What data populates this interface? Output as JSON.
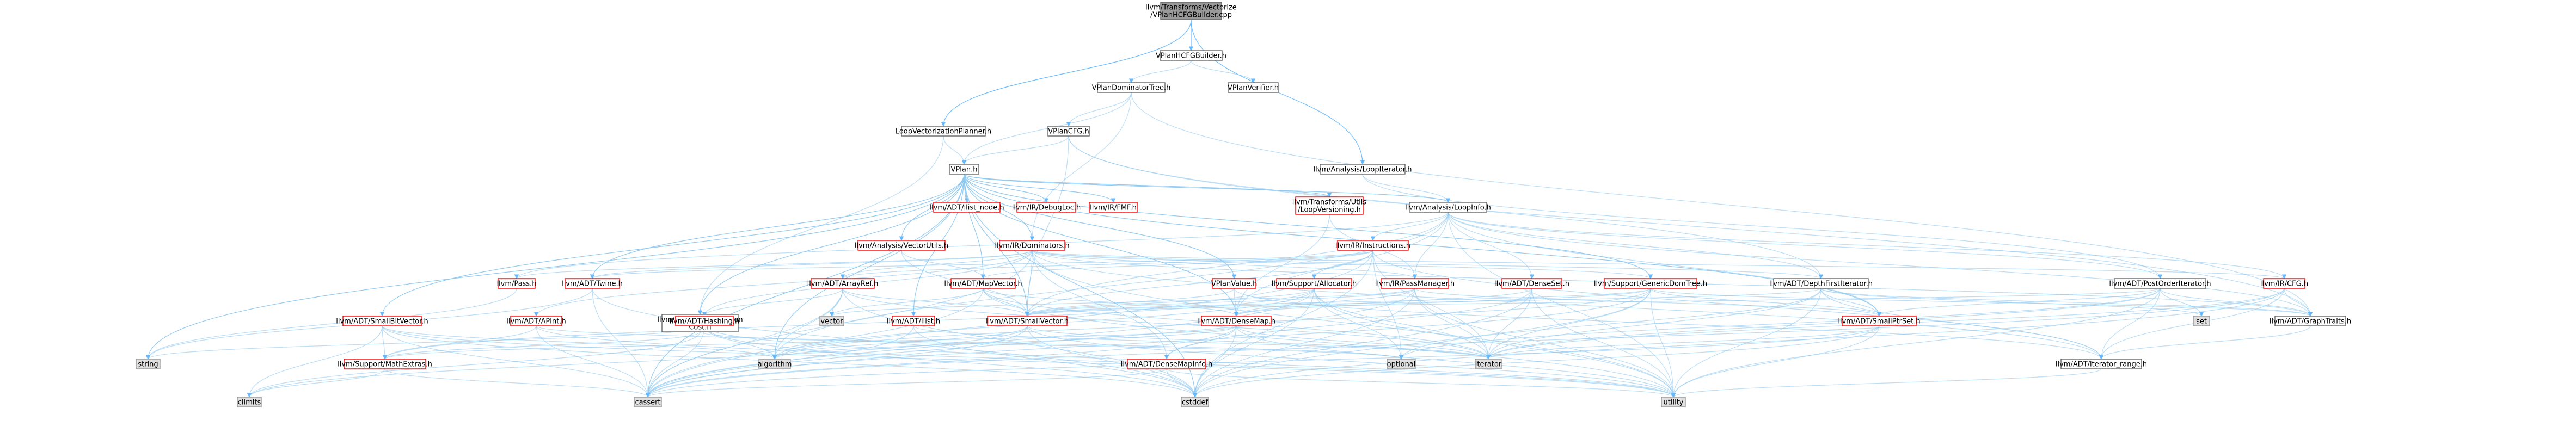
{
  "colors": {
    "root_fill": "#999999",
    "node_fill": "#ffffff",
    "node_border": "#666666",
    "truncated_border": "#ff0000",
    "external_fill": "#e0e0e0",
    "external_border": "#999999",
    "edge_primary": "#63b8ff",
    "edge_secondary": "#8dc8f0",
    "text": "#000000"
  },
  "nodes": [
    {
      "id": "root",
      "label": [
        "llvm/Transforms/Vectorize",
        "/VPlanHCFGBuilder.cpp"
      ],
      "kind": "root"
    },
    {
      "id": "vplanhcfgbuilder_h",
      "label": [
        "VPlanHCFGBuilder.h"
      ],
      "kind": "normal"
    },
    {
      "id": "vplandominatortree_h",
      "label": [
        "VPlanDominatorTree.h"
      ],
      "kind": "normal"
    },
    {
      "id": "vplanverifier_h",
      "label": [
        "VPlanVerifier.h"
      ],
      "kind": "normal"
    },
    {
      "id": "loopvectorizationplanner_h",
      "label": [
        "LoopVectorizationPlanner.h"
      ],
      "kind": "normal"
    },
    {
      "id": "vplancfg_h",
      "label": [
        "VPlanCFG.h"
      ],
      "kind": "normal"
    },
    {
      "id": "vplan_h",
      "label": [
        "VPlan.h"
      ],
      "kind": "normal"
    },
    {
      "id": "loopiterator_h",
      "label": [
        "llvm/Analysis/LoopIterator.h"
      ],
      "kind": "normal"
    },
    {
      "id": "ilist_node_h",
      "label": [
        "llvm/ADT/ilist_node.h"
      ],
      "kind": "truncated"
    },
    {
      "id": "debugloc_h",
      "label": [
        "llvm/IR/DebugLoc.h"
      ],
      "kind": "truncated"
    },
    {
      "id": "fmf_h",
      "label": [
        "llvm/IR/FMF.h"
      ],
      "kind": "truncated"
    },
    {
      "id": "loopversioning_h",
      "label": [
        "llvm/Transforms/Utils",
        "/LoopVersioning.h"
      ],
      "kind": "truncated"
    },
    {
      "id": "loopinfo_h",
      "label": [
        "llvm/Analysis/LoopInfo.h"
      ],
      "kind": "normal"
    },
    {
      "id": "vectorutils_h",
      "label": [
        "llvm/Analysis/VectorUtils.h"
      ],
      "kind": "truncated"
    },
    {
      "id": "dominators_h",
      "label": [
        "llvm/IR/Dominators.h"
      ],
      "kind": "truncated"
    },
    {
      "id": "instructions_h",
      "label": [
        "llvm/IR/Instructions.h"
      ],
      "kind": "truncated"
    },
    {
      "id": "pass_h",
      "label": [
        "llvm/Pass.h"
      ],
      "kind": "truncated"
    },
    {
      "id": "twine_h",
      "label": [
        "llvm/ADT/Twine.h"
      ],
      "kind": "truncated"
    },
    {
      "id": "instructioncost_h",
      "label": [
        "llvm/Support/Instruction",
        "Cost.h"
      ],
      "kind": "normal"
    },
    {
      "id": "smallbitvector_h",
      "label": [
        "llvm/ADT/SmallBitVector.h"
      ],
      "kind": "truncated"
    },
    {
      "id": "arrayref_h",
      "label": [
        "llvm/ADT/ArrayRef.h"
      ],
      "kind": "truncated"
    },
    {
      "id": "apint_h",
      "label": [
        "llvm/ADT/APInt.h"
      ],
      "kind": "truncated"
    },
    {
      "id": "mapvector_h",
      "label": [
        "llvm/ADT/MapVector.h"
      ],
      "kind": "truncated"
    },
    {
      "id": "vplanvalue_h",
      "label": [
        "VPlanValue.h"
      ],
      "kind": "truncated"
    },
    {
      "id": "allocator_h",
      "label": [
        "llvm/Support/Allocator.h"
      ],
      "kind": "truncated"
    },
    {
      "id": "passmanager_h",
      "label": [
        "llvm/IR/PassManager.h"
      ],
      "kind": "truncated"
    },
    {
      "id": "denseset_h",
      "label": [
        "llvm/ADT/DenseSet.h"
      ],
      "kind": "truncated"
    },
    {
      "id": "genericdomtree_h",
      "label": [
        "llvm/Support/GenericDomTree.h"
      ],
      "kind": "truncated"
    },
    {
      "id": "depthfirstiterator_h",
      "label": [
        "llvm/ADT/DepthFirstIterator.h"
      ],
      "kind": "normal"
    },
    {
      "id": "postorderiterator_h",
      "label": [
        "llvm/ADT/PostOrderIterator.h"
      ],
      "kind": "normal"
    },
    {
      "id": "ir_cfg_h",
      "label": [
        "llvm/IR/CFG.h"
      ],
      "kind": "truncated"
    },
    {
      "id": "hashing_h",
      "label": [
        "llvm/ADT/Hashing.h"
      ],
      "kind": "truncated"
    },
    {
      "id": "ilist_h",
      "label": [
        "llvm/ADT/ilist.h"
      ],
      "kind": "truncated"
    },
    {
      "id": "smallvector_h",
      "label": [
        "llvm/ADT/SmallVector.h"
      ],
      "kind": "truncated"
    },
    {
      "id": "densemap_h",
      "label": [
        "llvm/ADT/DenseMap.h"
      ],
      "kind": "truncated"
    },
    {
      "id": "smallptrset_h",
      "label": [
        "llvm/ADT/SmallPtrSet.h"
      ],
      "kind": "truncated"
    },
    {
      "id": "graphtraits_h",
      "label": [
        "llvm/ADT/GraphTraits.h"
      ],
      "kind": "normal"
    },
    {
      "id": "mathextras_h",
      "label": [
        "llvm/Support/MathExtras.h"
      ],
      "kind": "truncated"
    },
    {
      "id": "densemapinfo_h",
      "label": [
        "llvm/ADT/DenseMapInfo.h"
      ],
      "kind": "truncated"
    },
    {
      "id": "iterator_range_h",
      "label": [
        "llvm/ADT/iterator_range.h"
      ],
      "kind": "normal"
    },
    {
      "id": "vector",
      "label": [
        "vector"
      ],
      "kind": "external"
    },
    {
      "id": "set",
      "label": [
        "set"
      ],
      "kind": "external"
    },
    {
      "id": "string",
      "label": [
        "string"
      ],
      "kind": "external"
    },
    {
      "id": "algorithm",
      "label": [
        "algorithm"
      ],
      "kind": "external"
    },
    {
      "id": "optional",
      "label": [
        "optional"
      ],
      "kind": "external"
    },
    {
      "id": "iterator",
      "label": [
        "iterator"
      ],
      "kind": "external"
    },
    {
      "id": "climits",
      "label": [
        "climits"
      ],
      "kind": "external"
    },
    {
      "id": "cassert",
      "label": [
        "cassert"
      ],
      "kind": "external"
    },
    {
      "id": "cstddef",
      "label": [
        "cstddef"
      ],
      "kind": "external"
    },
    {
      "id": "utility",
      "label": [
        "utility"
      ],
      "kind": "external"
    }
  ],
  "edges": [
    [
      "root",
      "vplanhcfgbuilder_h"
    ],
    [
      "root",
      "loopvectorizationplanner_h"
    ],
    [
      "root",
      "loopiterator_h"
    ],
    [
      "vplanhcfgbuilder_h",
      "vplandominatortree_h"
    ],
    [
      "vplanhcfgbuilder_h",
      "vplanverifier_h"
    ],
    [
      "vplandominatortree_h",
      "vplancfg_h"
    ],
    [
      "vplandominatortree_h",
      "vplan_h"
    ],
    [
      "vplandominatortree_h",
      "dominators_h"
    ],
    [
      "vplandominatortree_h",
      "graphtraits_h"
    ],
    [
      "loopvectorizationplanner_h",
      "vplan_h"
    ],
    [
      "loopvectorizationplanner_h",
      "instructioncost_h"
    ],
    [
      "vplancfg_h",
      "vplan_h"
    ],
    [
      "vplancfg_h",
      "depthfirstiterator_h"
    ],
    [
      "vplancfg_h",
      "graphtraits_h"
    ],
    [
      "vplancfg_h",
      "smallvector_h"
    ],
    [
      "loopiterator_h",
      "loopinfo_h"
    ],
    [
      "loopiterator_h",
      "postorderiterator_h"
    ],
    [
      "vplan_h",
      "ilist_node_h"
    ],
    [
      "vplan_h",
      "debugloc_h"
    ],
    [
      "vplan_h",
      "fmf_h"
    ],
    [
      "vplan_h",
      "loopversioning_h"
    ],
    [
      "vplan_h",
      "loopinfo_h"
    ],
    [
      "vplan_h",
      "vectorutils_h"
    ],
    [
      "vplan_h",
      "dominators_h"
    ],
    [
      "vplan_h",
      "twine_h"
    ],
    [
      "vplan_h",
      "instructioncost_h"
    ],
    [
      "vplan_h",
      "smallbitvector_h"
    ],
    [
      "vplan_h",
      "mapvector_h"
    ],
    [
      "vplan_h",
      "vplanvalue_h"
    ],
    [
      "vplan_h",
      "genericdomtree_h"
    ],
    [
      "vplan_h",
      "smallvector_h"
    ],
    [
      "vplan_h",
      "densemap_h"
    ],
    [
      "vplan_h",
      "ilist_h"
    ],
    [
      "vplan_h",
      "smallptrset_h"
    ],
    [
      "vplan_h",
      "cassert"
    ],
    [
      "vplan_h",
      "string"
    ],
    [
      "vplan_h",
      "cstddef"
    ],
    [
      "vplan_h",
      "algorithm"
    ],
    [
      "loopversioning_h",
      "passmanager_h"
    ],
    [
      "loopversioning_h",
      "densemap_h"
    ],
    [
      "loopinfo_h",
      "instructions_h"
    ],
    [
      "loopinfo_h",
      "pass_h"
    ],
    [
      "loopinfo_h",
      "passmanager_h"
    ],
    [
      "loopinfo_h",
      "denseset_h"
    ],
    [
      "loopinfo_h",
      "depthfirstiterator_h"
    ],
    [
      "loopinfo_h",
      "ir_cfg_h"
    ],
    [
      "loopinfo_h",
      "densemap_h"
    ],
    [
      "loopinfo_h",
      "smallptrset_h"
    ],
    [
      "loopinfo_h",
      "smallvector_h"
    ],
    [
      "loopinfo_h",
      "graphtraits_h"
    ],
    [
      "loopinfo_h",
      "postorderiterator_h"
    ],
    [
      "loopinfo_h",
      "algorithm"
    ],
    [
      "loopinfo_h",
      "utility"
    ],
    [
      "vectorutils_h",
      "mapvector_h"
    ],
    [
      "vectorutils_h",
      "smallvector_h"
    ],
    [
      "dominators_h",
      "twine_h"
    ],
    [
      "dominators_h",
      "arrayref_h"
    ],
    [
      "dominators_h",
      "apint_h"
    ],
    [
      "dominators_h",
      "hashing_h"
    ],
    [
      "dominators_h",
      "pass_h"
    ],
    [
      "dominators_h",
      "passmanager_h"
    ],
    [
      "dominators_h",
      "genericdomtree_h"
    ],
    [
      "dominators_h",
      "smallvector_h"
    ],
    [
      "dominators_h",
      "densemapinfo_h"
    ],
    [
      "dominators_h",
      "depthfirstiterator_h"
    ],
    [
      "dominators_h",
      "ir_cfg_h"
    ],
    [
      "dominators_h",
      "graphtraits_h"
    ],
    [
      "dominators_h",
      "iterator_range_h"
    ],
    [
      "dominators_h",
      "cassert"
    ],
    [
      "dominators_h",
      "utility"
    ],
    [
      "instructions_h",
      "twine_h"
    ],
    [
      "instructions_h",
      "arrayref_h"
    ],
    [
      "instructions_h",
      "mapvector_h"
    ],
    [
      "instructions_h",
      "allocator_h"
    ],
    [
      "instructions_h",
      "smallvector_h"
    ],
    [
      "instructions_h",
      "iterator_range_h"
    ],
    [
      "instructions_h",
      "iterator"
    ],
    [
      "instructions_h",
      "optional"
    ],
    [
      "instructions_h",
      "cassert"
    ],
    [
      "instructions_h",
      "cstddef"
    ],
    [
      "pass_h",
      "string"
    ],
    [
      "twine_h",
      "string"
    ],
    [
      "twine_h",
      "cassert"
    ],
    [
      "twine_h",
      "cstddef"
    ],
    [
      "instructioncost_h",
      "mathextras_h"
    ],
    [
      "instructioncost_h",
      "climits"
    ],
    [
      "instructioncost_h",
      "optional"
    ],
    [
      "smallbitvector_h",
      "mathextras_h"
    ],
    [
      "smallbitvector_h",
      "algorithm"
    ],
    [
      "smallbitvector_h",
      "cassert"
    ],
    [
      "smallbitvector_h",
      "climits"
    ],
    [
      "smallbitvector_h",
      "cstddef"
    ],
    [
      "smallbitvector_h",
      "utility"
    ],
    [
      "arrayref_h",
      "hashing_h"
    ],
    [
      "arrayref_h",
      "smallvector_h"
    ],
    [
      "arrayref_h",
      "algorithm"
    ],
    [
      "arrayref_h",
      "cassert"
    ],
    [
      "arrayref_h",
      "cstddef"
    ],
    [
      "arrayref_h",
      "iterator"
    ],
    [
      "arrayref_h",
      "vector"
    ],
    [
      "apint_h",
      "mathextras_h"
    ],
    [
      "apint_h",
      "cassert"
    ],
    [
      "apint_h",
      "optional"
    ],
    [
      "apint_h",
      "utility"
    ],
    [
      "mapvector_h",
      "densemap_h"
    ],
    [
      "mapvector_h",
      "smallvector_h"
    ],
    [
      "mapvector_h",
      "cassert"
    ],
    [
      "mapvector_h",
      "iterator"
    ],
    [
      "mapvector_h",
      "vector"
    ],
    [
      "mapvector_h",
      "utility"
    ],
    [
      "vplanvalue_h",
      "densemap_h"
    ],
    [
      "vplanvalue_h",
      "smallvector_h"
    ],
    [
      "vplanvalue_h",
      "iterator_range_h"
    ],
    [
      "allocator_h",
      "mathextras_h"
    ],
    [
      "allocator_h",
      "smallvector_h"
    ],
    [
      "allocator_h",
      "algorithm"
    ],
    [
      "allocator_h",
      "cassert"
    ],
    [
      "allocator_h",
      "cstddef"
    ],
    [
      "allocator_h",
      "iterator"
    ],
    [
      "allocator_h",
      "optional"
    ],
    [
      "allocator_h",
      "utility"
    ],
    [
      "passmanager_h",
      "densemap_h"
    ],
    [
      "passmanager_h",
      "smallptrset_h"
    ],
    [
      "passmanager_h",
      "smallvector_h"
    ],
    [
      "passmanager_h",
      "cassert"
    ],
    [
      "passmanager_h",
      "cstddef"
    ],
    [
      "passmanager_h",
      "iterator"
    ],
    [
      "passmanager_h",
      "utility"
    ],
    [
      "passmanager_h",
      "vector"
    ],
    [
      "denseset_h",
      "densemap_h"
    ],
    [
      "denseset_h",
      "densemapinfo_h"
    ],
    [
      "denseset_h",
      "cstddef"
    ],
    [
      "denseset_h",
      "iterator"
    ],
    [
      "denseset_h",
      "utility"
    ],
    [
      "genericdomtree_h",
      "densemap_h"
    ],
    [
      "genericdomtree_h",
      "graphtraits_h"
    ],
    [
      "genericdomtree_h",
      "smallptrset_h"
    ],
    [
      "genericdomtree_h",
      "smallvector_h"
    ],
    [
      "genericdomtree_h",
      "algorithm"
    ],
    [
      "genericdomtree_h",
      "cassert"
    ],
    [
      "genericdomtree_h",
      "cstddef"
    ],
    [
      "genericdomtree_h",
      "iterator"
    ],
    [
      "genericdomtree_h",
      "utility"
    ],
    [
      "depthfirstiterator_h",
      "graphtraits_h"
    ],
    [
      "depthfirstiterator_h",
      "smallptrset_h"
    ],
    [
      "depthfirstiterator_h",
      "smallvector_h"
    ],
    [
      "depthfirstiterator_h",
      "iterator_range_h"
    ],
    [
      "depthfirstiterator_h",
      "iterator"
    ],
    [
      "depthfirstiterator_h",
      "optional"
    ],
    [
      "depthfirstiterator_h",
      "set"
    ],
    [
      "depthfirstiterator_h",
      "utility"
    ],
    [
      "postorderiterator_h",
      "graphtraits_h"
    ],
    [
      "postorderiterator_h",
      "smallptrset_h"
    ],
    [
      "postorderiterator_h",
      "smallvector_h"
    ],
    [
      "postorderiterator_h",
      "iterator_range_h"
    ],
    [
      "postorderiterator_h",
      "iterator"
    ],
    [
      "postorderiterator_h",
      "optional"
    ],
    [
      "postorderiterator_h",
      "set"
    ],
    [
      "postorderiterator_h",
      "utility"
    ],
    [
      "ir_cfg_h",
      "graphtraits_h"
    ],
    [
      "ir_cfg_h",
      "iterator_range_h"
    ],
    [
      "ir_cfg_h",
      "cassert"
    ],
    [
      "ir_cfg_h",
      "cstddef"
    ],
    [
      "ir_cfg_h",
      "iterator"
    ],
    [
      "hashing_h",
      "algorithm"
    ],
    [
      "hashing_h",
      "cassert"
    ],
    [
      "hashing_h",
      "cstddef"
    ],
    [
      "hashing_h",
      "string"
    ],
    [
      "hashing_h",
      "utility"
    ],
    [
      "ilist_h",
      "cassert"
    ],
    [
      "ilist_h",
      "cstddef"
    ],
    [
      "ilist_h",
      "iterator"
    ],
    [
      "smallvector_h",
      "algorithm"
    ],
    [
      "smallvector_h",
      "cassert"
    ],
    [
      "smallvector_h",
      "cstddef"
    ],
    [
      "smallvector_h",
      "iterator"
    ],
    [
      "smallvector_h",
      "climits"
    ],
    [
      "smallvector_h",
      "utility"
    ],
    [
      "densemap_h",
      "densemapinfo_h"
    ],
    [
      "densemap_h",
      "mathextras_h"
    ],
    [
      "densemap_h",
      "algorithm"
    ],
    [
      "densemap_h",
      "cassert"
    ],
    [
      "densemap_h",
      "cstddef"
    ],
    [
      "densemap_h",
      "iterator"
    ],
    [
      "densemap_h",
      "utility"
    ],
    [
      "smallptrset_h",
      "cassert"
    ],
    [
      "smallptrset_h",
      "cstddef"
    ],
    [
      "smallptrset_h",
      "iterator"
    ],
    [
      "smallptrset_h",
      "utility"
    ],
    [
      "graphtraits_h",
      "iterator_range_h"
    ],
    [
      "mathextras_h",
      "cassert"
    ],
    [
      "mathextras_h",
      "climits"
    ],
    [
      "densemapinfo_h",
      "cassert"
    ],
    [
      "densemapinfo_h",
      "cstddef"
    ],
    [
      "densemapinfo_h",
      "utility"
    ],
    [
      "iterator_range_h",
      "utility"
    ]
  ]
}
